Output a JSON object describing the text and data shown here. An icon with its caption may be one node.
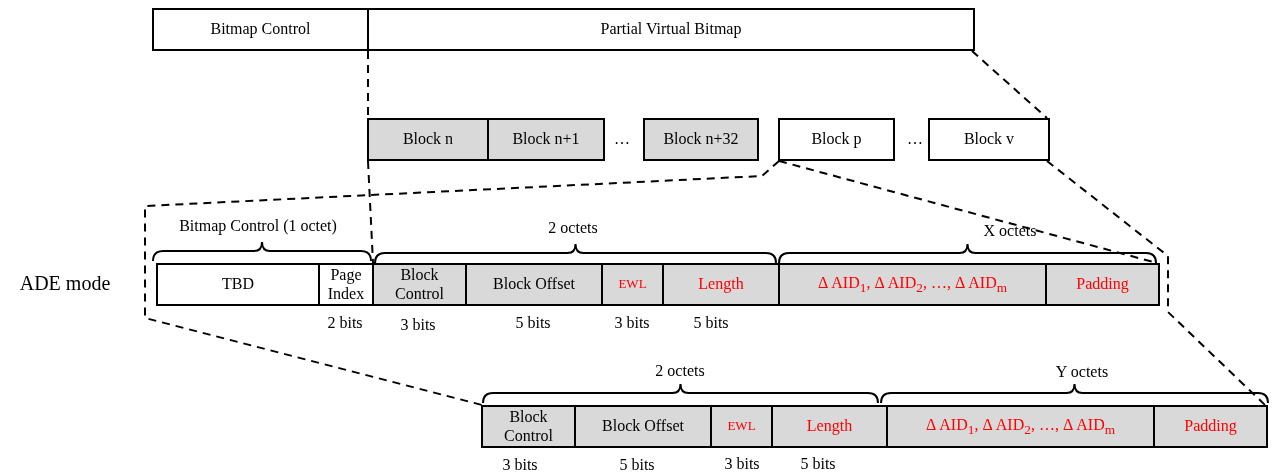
{
  "diagram": {
    "nodes": [
      {
        "text": [
          "Bitmap Control"
        ]
      },
      {
        "text": [
          "Partial Virtual Bitmap"
        ]
      },
      {
        "text": [
          "Block n"
        ]
      },
      {
        "text": [
          "Block n+1"
        ]
      },
      {
        "text": [
          "Block n+32"
        ]
      },
      {
        "text": [
          "Block p"
        ]
      },
      {
        "text": [
          "Block v"
        ]
      },
      {
        "text": [
          "TBD"
        ]
      },
      {
        "text": [
          "Page Index"
        ],
        "beside": [
          "2 bits"
        ]
      },
      {
        "text": [
          "Block Control"
        ],
        "beside": [
          "3 bits"
        ]
      },
      {
        "text": [
          "Block Offset"
        ],
        "beside": [
          "5 bits"
        ]
      },
      {
        "text": [
          "EWL"
        ],
        "beside": [
          "3 bits"
        ]
      },
      {
        "text": [
          "Length"
        ],
        "beside": [
          "5 bits"
        ]
      },
      {
        "text": [
          "Δ AID$_{1}$, Δ AID$_{2}$, …, Δ AID$_{m}$"
        ]
      },
      {
        "text": [
          "Padding"
        ]
      },
      {
        "text": [
          "Block Control"
        ],
        "beside": [
          "3 bits"
        ]
      },
      {
        "text": [
          "Block Offset"
        ],
        "beside": [
          "5 bits"
        ]
      },
      {
        "text": [
          "EWL"
        ],
        "beside": [
          "3 bits"
        ]
      },
      {
        "text": [
          "Length"
        ],
        "beside": [
          "5 bits"
        ]
      },
      {
        "text": [
          "Δ AID$_{1}$, Δ AID$_{2}$, …, Δ AID$_{m}$"
        ]
      },
      {
        "text": [
          "Padding"
        ]
      }
    ],
    "edges": [
      {
        "from": 1,
        "to": 2,
        "arrow": "none",
        "style": "dashed"
      },
      {
        "from": 1,
        "to": 6,
        "arrow": "none",
        "style": "dashed"
      },
      {
        "from": 2,
        "to": 9,
        "arrow": "none",
        "style": "dashed"
      },
      {
        "from": 5,
        "to": 15,
        "arrow": "none",
        "style": "dashed"
      },
      {
        "from": 5,
        "to": 14,
        "arrow": "none",
        "style": "dashed"
      },
      {
        "from": 6,
        "to": 20,
        "arrow": "none",
        "style": "dashed"
      }
    ],
    "labels": [
      "…",
      "…",
      "Bitmap Control (1 octet)",
      "2 octets",
      "X octets",
      "ADE mode",
      "2 octets",
      "Y octets"
    ]
  }
}
